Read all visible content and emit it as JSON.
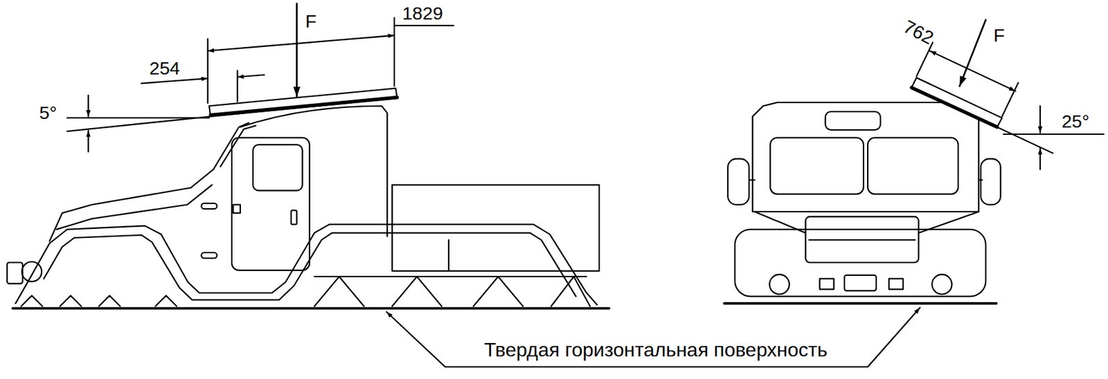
{
  "diagram": {
    "labels": [
      "F",
      "1829",
      "254",
      "5°",
      "762",
      "F",
      "25°",
      "Твердая горизонтальная поверхность"
    ]
  }
}
